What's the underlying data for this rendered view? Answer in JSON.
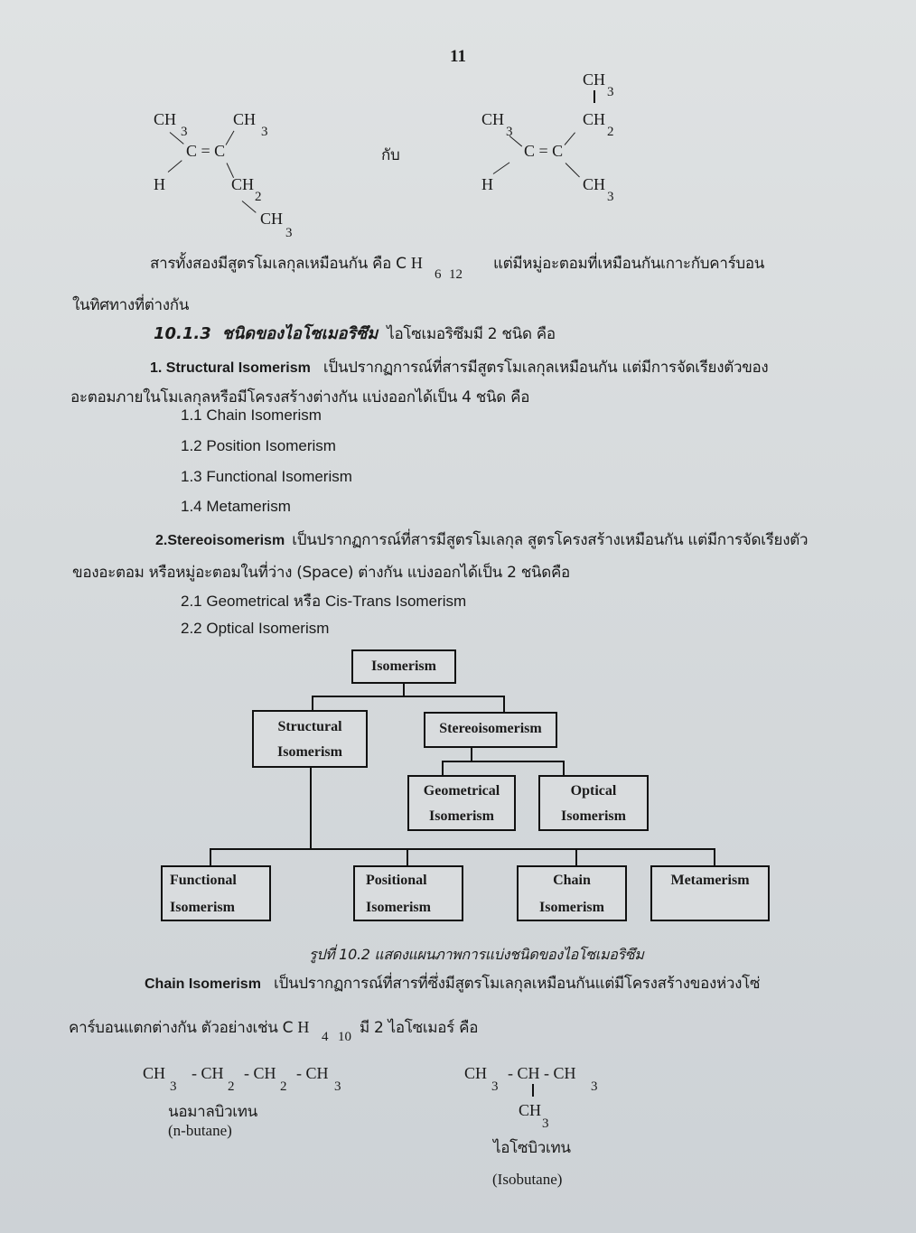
{
  "page_number": "11",
  "molecules_top": {
    "left": {
      "atoms": [
        "CH",
        "3",
        "CH",
        "3",
        "C = C",
        "H",
        "CH",
        "2",
        "CH",
        "3"
      ]
    },
    "connector": "กับ",
    "right": {
      "atoms": [
        "CH",
        "3",
        "CH",
        "2",
        "CH",
        "3",
        "C = C",
        "H",
        "CH",
        "3"
      ]
    }
  },
  "paragraph_formula": {
    "text_before": "สารทั้งสองมีสูตรโมเลกุลเหมือนกัน คือ C",
    "h": "H",
    "sub_c": "6",
    "sub_h": "12",
    "text_after": "แต่มีหมู่อะตอมที่เหมือนกันเกาะกับคาร์บอน",
    "line2": "ในทิศทางที่ต่างกัน"
  },
  "section": {
    "number": "10.1.3",
    "title": "ชนิดของไอโซเมอริซึม",
    "intro": "ไอโซเมอริซึมมี 2 ชนิด คือ"
  },
  "structural": {
    "label": "1. Structural Isomerism",
    "text1": "เป็นปรากฏการณ์ที่สารมีสูตรโมเลกุลเหมือนกัน แต่มีการจัดเรียงตัวของ",
    "text2": "อะตอมภายในโมเลกุลหรือมีโครงสร้างต่างกัน แบ่งออกได้เป็น 4 ชนิด คือ",
    "items": [
      "1.1 Chain Isomerism",
      "1.2 Position Isomerism",
      "1.3 Functional  Isomerism",
      "1.4 Metamerism"
    ]
  },
  "stereo": {
    "label": "2.Stereoisomerism",
    "text1": "เป็นปรากฏการณ์ที่สารมีสูตรโมเลกุล สูตรโครงสร้างเหมือนกัน แต่มีการจัดเรียงตัว",
    "text2": "ของอะตอม หรือหมู่อะตอมในที่ว่าง (Space) ต่างกัน แบ่งออกได้เป็น 2 ชนิดคือ",
    "items": [
      "2.1 Geometrical หรือ Cis-Trans Isomerism",
      "2.2 Optical  Isomerism"
    ]
  },
  "diagram": {
    "root": "Isomerism",
    "structural": [
      "Structural",
      "Isomerism"
    ],
    "stereo": "Stereoisomerism",
    "geometrical": [
      "Geometrical",
      "Isomerism"
    ],
    "optical": [
      "Optical",
      "Isomerism"
    ],
    "functional": [
      "Functional",
      "Isomerism"
    ],
    "positional": [
      "Positional",
      "Isomerism"
    ],
    "chain": [
      "Chain",
      "Isomerism"
    ],
    "metamerism": "Metamerism",
    "caption": "รูปที่ 10.2 แสดงแผนภาพการแบ่งชนิดของไอโซเมอริซึม"
  },
  "chain": {
    "label": "Chain  Isomerism",
    "text1": "เป็นปรากฏการณ์ที่สารที่ซึ่งมีสูตรโมเลกุลเหมือนกันแต่มีโครงสร้างของห่วงโซ่",
    "text2_before": "คาร์บอนแตกต่างกัน ตัวอย่างเช่น C",
    "h": "H",
    "sub_c": "4",
    "sub_h": "10",
    "text2_after": "มี 2 ไอโซเมอร์ คือ"
  },
  "butanes": {
    "n": {
      "formula": [
        "CH",
        "3",
        "- CH",
        "2",
        "- CH",
        "2",
        "- CH",
        "3"
      ],
      "thai_name": "นอมาลบิวเทน",
      "name": "(n-butane)"
    },
    "iso": {
      "formula": [
        "CH",
        "3",
        "- CH - CH",
        "3"
      ],
      "branch": [
        "CH",
        "3"
      ],
      "thai_name": "ไอโซบิวเทน",
      "name": "(Isobutane)"
    }
  }
}
